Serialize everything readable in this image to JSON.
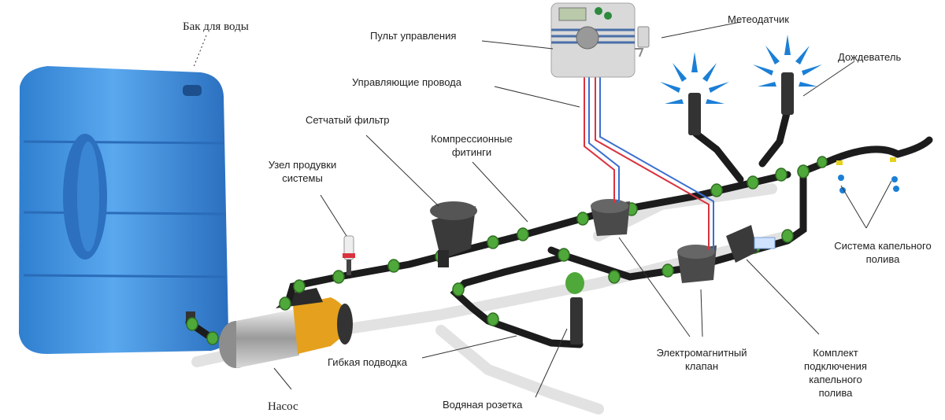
{
  "labels": {
    "tank": "Бак для воды",
    "pump": "Насос",
    "purge": [
      "Узел продувки",
      "системы"
    ],
    "filter": "Сетчатый фильтр",
    "fittings": [
      "Компрессионные",
      "фитинги"
    ],
    "control_panel": "Пульт управления",
    "wires": "Управляющие провода",
    "rain_sensor": "Метеодатчик",
    "sprinkler": "Дождеватель",
    "drip_system": [
      "Система капельного",
      "полива"
    ],
    "flex_hose": "Гибкая подводка",
    "water_outlet": "Водяная розетка",
    "valve": [
      "Электромагнитный",
      "клапан"
    ],
    "drip_kit": [
      "Комплект",
      "подключения",
      "капельного",
      "полива"
    ]
  },
  "controller_display": "",
  "colors": {
    "tank": "#3f8fdb",
    "pipe": "#1c1c1c",
    "fitting": "#4fa83a",
    "pump_motor": "#e5a11d",
    "water_spray": "#1c7fd6",
    "wire_red": "#d9333f",
    "wire_blue": "#3a6fd0",
    "shadow": "#dddddd"
  }
}
